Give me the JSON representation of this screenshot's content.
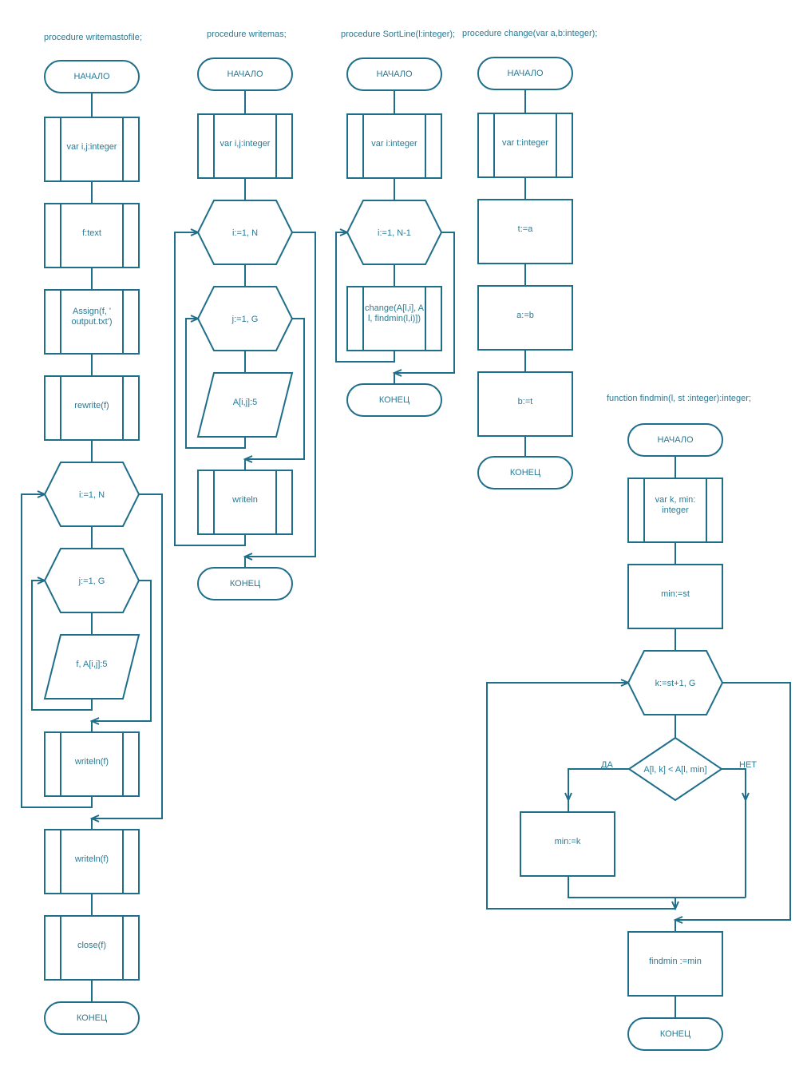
{
  "colors": {
    "stroke": "#1f6f8b",
    "text": "#2a7a95",
    "background": "#ffffff"
  },
  "charts": [
    {
      "title": "procedure writemastofile;",
      "nodes": [
        {
          "type": "terminal",
          "lines": [
            "НАЧАЛО"
          ]
        },
        {
          "type": "predefined",
          "lines": [
            "var i,j:integer"
          ]
        },
        {
          "type": "predefined",
          "lines": [
            "f:text"
          ]
        },
        {
          "type": "predefined",
          "lines": [
            "Assign(f, '",
            "output.txt')"
          ]
        },
        {
          "type": "predefined",
          "lines": [
            "rewrite(f)"
          ]
        },
        {
          "type": "loop",
          "lines": [
            "i:=1, N"
          ]
        },
        {
          "type": "loop",
          "lines": [
            "j:=1, G"
          ]
        },
        {
          "type": "io",
          "lines": [
            "f, A[i,j]:5"
          ]
        },
        {
          "type": "predefined",
          "lines": [
            "writeln(f)"
          ]
        },
        {
          "type": "predefined",
          "lines": [
            "writeln(f)"
          ]
        },
        {
          "type": "predefined",
          "lines": [
            "close(f)"
          ]
        },
        {
          "type": "terminal",
          "lines": [
            "КОНЕЦ"
          ]
        }
      ]
    },
    {
      "title": "procedure writemas;",
      "nodes": [
        {
          "type": "terminal",
          "lines": [
            "НАЧАЛО"
          ]
        },
        {
          "type": "predefined",
          "lines": [
            "var i,j:integer"
          ]
        },
        {
          "type": "loop",
          "lines": [
            "i:=1, N"
          ]
        },
        {
          "type": "loop",
          "lines": [
            "j:=1, G"
          ]
        },
        {
          "type": "io",
          "lines": [
            "A[i,j]:5"
          ]
        },
        {
          "type": "predefined",
          "lines": [
            "writeln"
          ]
        },
        {
          "type": "terminal",
          "lines": [
            "КОНЕЦ"
          ]
        }
      ]
    },
    {
      "title": "procedure SortLine(l:integer);",
      "nodes": [
        {
          "type": "terminal",
          "lines": [
            "НАЧАЛО"
          ]
        },
        {
          "type": "predefined",
          "lines": [
            "var i:integer"
          ]
        },
        {
          "type": "loop",
          "lines": [
            "i:=1, N-1"
          ]
        },
        {
          "type": "predefined",
          "lines": [
            "change(A[l,i], A",
            "l, findmin(l,i)])"
          ]
        },
        {
          "type": "terminal",
          "lines": [
            "КОНЕЦ"
          ]
        }
      ]
    },
    {
      "title": "procedure change(var a,b:integer);",
      "nodes": [
        {
          "type": "terminal",
          "lines": [
            "НАЧАЛО"
          ]
        },
        {
          "type": "predefined",
          "lines": [
            "var t:integer"
          ]
        },
        {
          "type": "process",
          "lines": [
            "t:=a"
          ]
        },
        {
          "type": "process",
          "lines": [
            "a:=b"
          ]
        },
        {
          "type": "process",
          "lines": [
            "b:=t"
          ]
        },
        {
          "type": "terminal",
          "lines": [
            "КОНЕЦ"
          ]
        }
      ]
    },
    {
      "title": "function findmin(l, st :integer):integer;",
      "nodes": [
        {
          "type": "terminal",
          "lines": [
            "НАЧАЛО"
          ]
        },
        {
          "type": "predefined",
          "lines": [
            "var k, min:",
            "integer"
          ]
        },
        {
          "type": "process",
          "lines": [
            "min:=st"
          ]
        },
        {
          "type": "loop",
          "lines": [
            "k:=st+1, G"
          ]
        },
        {
          "type": "decision",
          "lines": [
            "A[l, k] < A[l, min]"
          ]
        },
        {
          "type": "process",
          "lines": [
            "min:=k"
          ]
        },
        {
          "type": "process",
          "lines": [
            "findmin :=min"
          ]
        },
        {
          "type": "terminal",
          "lines": [
            "КОНЕЦ"
          ]
        }
      ],
      "branch_labels": {
        "yes": "ДА",
        "no": "НЕТ"
      }
    }
  ]
}
